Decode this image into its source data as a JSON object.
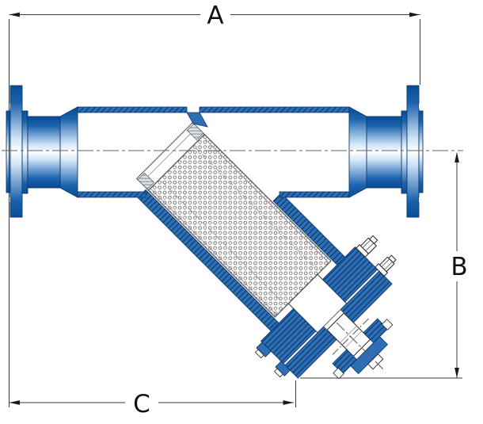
{
  "drawing": {
    "type": "y-strainer-section-drawing",
    "dimensions": {
      "dim_a": "A",
      "dim_b": "B",
      "dim_c": "C"
    },
    "colors": {
      "body_blue": "#2e6eb5",
      "outline_navy": "#0d3a70",
      "gradient_dark_blue": "#0b4b96",
      "gradient_highlight": "#ffffff",
      "dimension_line": "#3a3a3a",
      "centerline_gray": "#666666",
      "screen_dot_gray": "#6e6e6e"
    }
  }
}
